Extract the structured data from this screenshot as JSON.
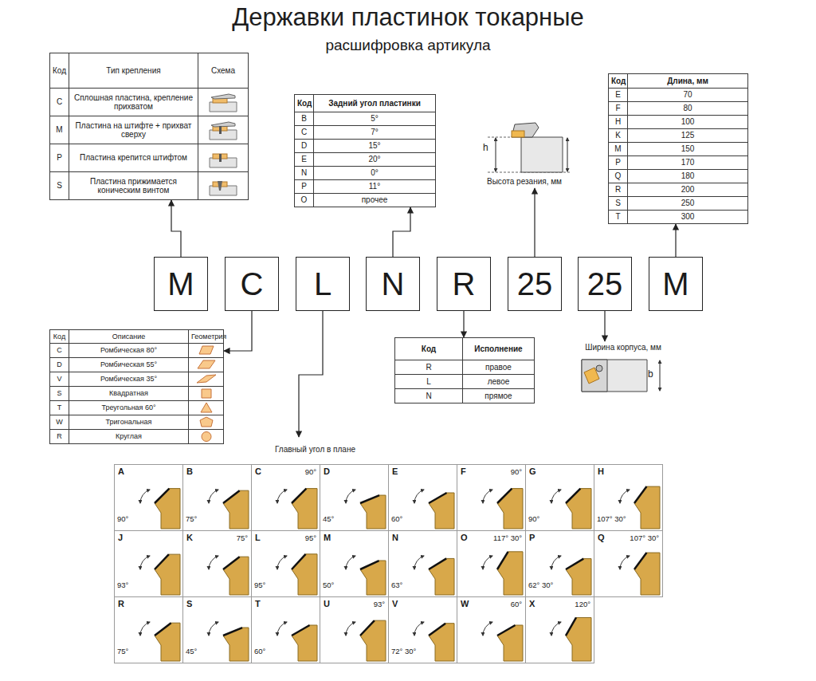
{
  "diagram": {
    "title": "Державки пластинок токарные",
    "nodes": [
      {
        "text": [
          "Код",
          "Тип крепления",
          "Схема",
          "C",
          "Сплошная пластина, крепление прихватом",
          "M",
          "Пластина на штифте + прихват сверху",
          "P",
          "Пластина крепится штифтом",
          "S",
          "Пластина прижимается коническим винтом"
        ]
      },
      {
        "text": [
          "Код",
          "Задний угол пластинки",
          "B",
          "5°",
          "C",
          "7°",
          "D",
          "15°",
          "E",
          "20°",
          "N",
          "0°",
          "P",
          "11°",
          "O",
          "прочее"
        ]
      },
      {
        "text": [
          "Высота резания, мм"
        ]
      },
      {
        "text": [
          "Код",
          "Длина, мм",
          "E",
          "70",
          "F",
          "80",
          "H",
          "100",
          "K",
          "125",
          "M",
          "150",
          "P",
          "170",
          "Q",
          "180",
          "R",
          "200",
          "S",
          "250",
          "T",
          "300"
        ]
      },
      {
        "text": [
          "M"
        ]
      },
      {
        "text": [
          "C"
        ]
      },
      {
        "text": [
          "L"
        ]
      },
      {
        "text": [
          "N"
        ]
      },
      {
        "text": [
          "R"
        ]
      },
      {
        "text": [
          "25"
        ]
      },
      {
        "text": [
          "25"
        ]
      },
      {
        "text": [
          "M"
        ]
      },
      {
        "text": [
          "Код",
          "Описание",
          "Геометрия",
          "C",
          "Ромбическая 80°",
          "D",
          "Ромбическая 55°",
          "V",
          "Ромбическая 35°",
          "S",
          "Квадратная",
          "T",
          "Треугольная 60°",
          "W",
          "Тригональная",
          "R",
          "Круглая"
        ]
      },
      {
        "text": [
          "Код",
          "Исполнение",
          "R",
          "правое",
          "L",
          "левое",
          "N",
          "прямое"
        ]
      },
      {
        "text": [
          "Ширина корпуса, мм"
        ]
      },
      {
        "text": [
          "Главный угол в плане"
        ]
      },
      {
        "text": [
          "A",
          "90°"
        ],
        "in": 15
      },
      {
        "text": [
          "B",
          "75°"
        ],
        "in": 15
      },
      {
        "text": [
          "C",
          "90°"
        ],
        "in": 15
      },
      {
        "text": [
          "D",
          "45°"
        ],
        "in": 15
      },
      {
        "text": [
          "E",
          "60°"
        ],
        "in": 15
      },
      {
        "text": [
          "F",
          "90°"
        ],
        "in": 15
      },
      {
        "text": [
          "G",
          "90°"
        ],
        "in": 15
      },
      {
        "text": [
          "H",
          "107° 30°"
        ],
        "in": 15
      },
      {
        "text": [
          "J",
          "93°"
        ],
        "in": 15
      },
      {
        "text": [
          "K",
          "75°"
        ],
        "in": 15
      },
      {
        "text": [
          "L",
          "95°",
          "95°"
        ],
        "in": 15
      },
      {
        "text": [
          "M",
          "50°"
        ],
        "in": 15
      },
      {
        "text": [
          "N",
          "63°"
        ],
        "in": 15
      },
      {
        "text": [
          "O",
          "117° 30°"
        ],
        "in": 15
      },
      {
        "text": [
          "P",
          "62° 30°"
        ],
        "in": 15
      },
      {
        "text": [
          "Q",
          "107° 30°"
        ],
        "in": 15
      },
      {
        "text": [
          "R",
          "75°"
        ],
        "in": 15
      },
      {
        "text": [
          "S",
          "45°"
        ],
        "in": 15
      },
      {
        "text": [
          "T",
          "60°"
        ],
        "in": 15
      },
      {
        "text": [
          "U",
          "93°"
        ],
        "in": 15
      },
      {
        "text": [
          "V",
          "72° 30°"
        ],
        "in": 15
      },
      {
        "text": [
          "W",
          "60°"
        ],
        "in": 15
      },
      {
        "text": [
          "X",
          "120°"
        ],
        "in": 15
      }
    ],
    "edges": [
      {
        "from": 4,
        "to": 0,
        "arrow": "to"
      },
      {
        "from": 5,
        "to": 12,
        "arrow": "to"
      },
      {
        "from": 6,
        "to": 15,
        "arrow": "to"
      },
      {
        "from": 7,
        "to": 1,
        "arrow": "to"
      },
      {
        "from": 8,
        "to": 13,
        "arrow": "to"
      },
      {
        "from": 9,
        "to": 2,
        "arrow": "to"
      },
      {
        "from": 10,
        "to": 14,
        "arrow": "to"
      },
      {
        "from": 11,
        "to": 3,
        "arrow": "to"
      }
    ],
    "labels": [
      "расшифровка артикула",
      "h",
      "b"
    ]
  }
}
